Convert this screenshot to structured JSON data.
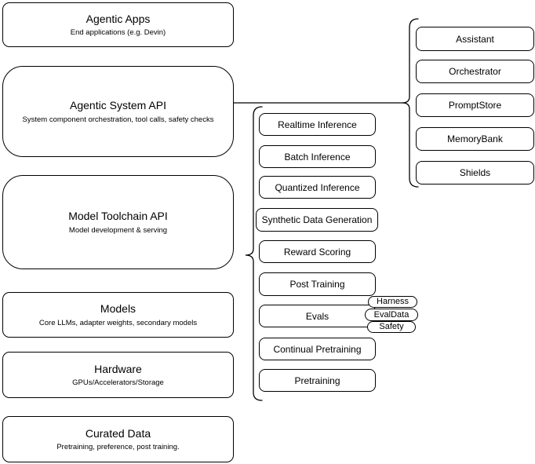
{
  "diagram": {
    "left_stack": [
      {
        "title": "Agentic Apps",
        "subtitle": "End applications (e.g. Devin)"
      },
      {
        "title": "Agentic System API",
        "subtitle": "System component orchestration, tool calls, safety checks"
      },
      {
        "title": "Model Toolchain API",
        "subtitle": "Model development & serving"
      },
      {
        "title": "Models",
        "subtitle": "Core LLMs, adapter weights, secondary models"
      },
      {
        "title": "Hardware",
        "subtitle": "GPUs/Accelerators/Storage"
      },
      {
        "title": "Curated Data",
        "subtitle": "Pretraining, preference, post training."
      }
    ],
    "toolchain_components": [
      {
        "label": "Realtime Inference"
      },
      {
        "label": "Batch Inference"
      },
      {
        "label": "Quantized Inference"
      },
      {
        "label": "Synthetic Data Generation"
      },
      {
        "label": "Reward Scoring"
      },
      {
        "label": "Post Training"
      },
      {
        "label": "Evals"
      },
      {
        "label": "Continual Pretraining"
      },
      {
        "label": "Pretraining"
      }
    ],
    "evals_tags": [
      {
        "label": "Harness"
      },
      {
        "label": "EvalData"
      },
      {
        "label": "Safety"
      }
    ],
    "system_components": [
      {
        "label": "Assistant"
      },
      {
        "label": "Orchestrator"
      },
      {
        "label": "PromptStore"
      },
      {
        "label": "MemoryBank"
      },
      {
        "label": "Shields"
      }
    ],
    "colors": {
      "stroke": "#000000",
      "fill": "#ffffff",
      "text": "#000000",
      "background": "#ffffff"
    }
  }
}
